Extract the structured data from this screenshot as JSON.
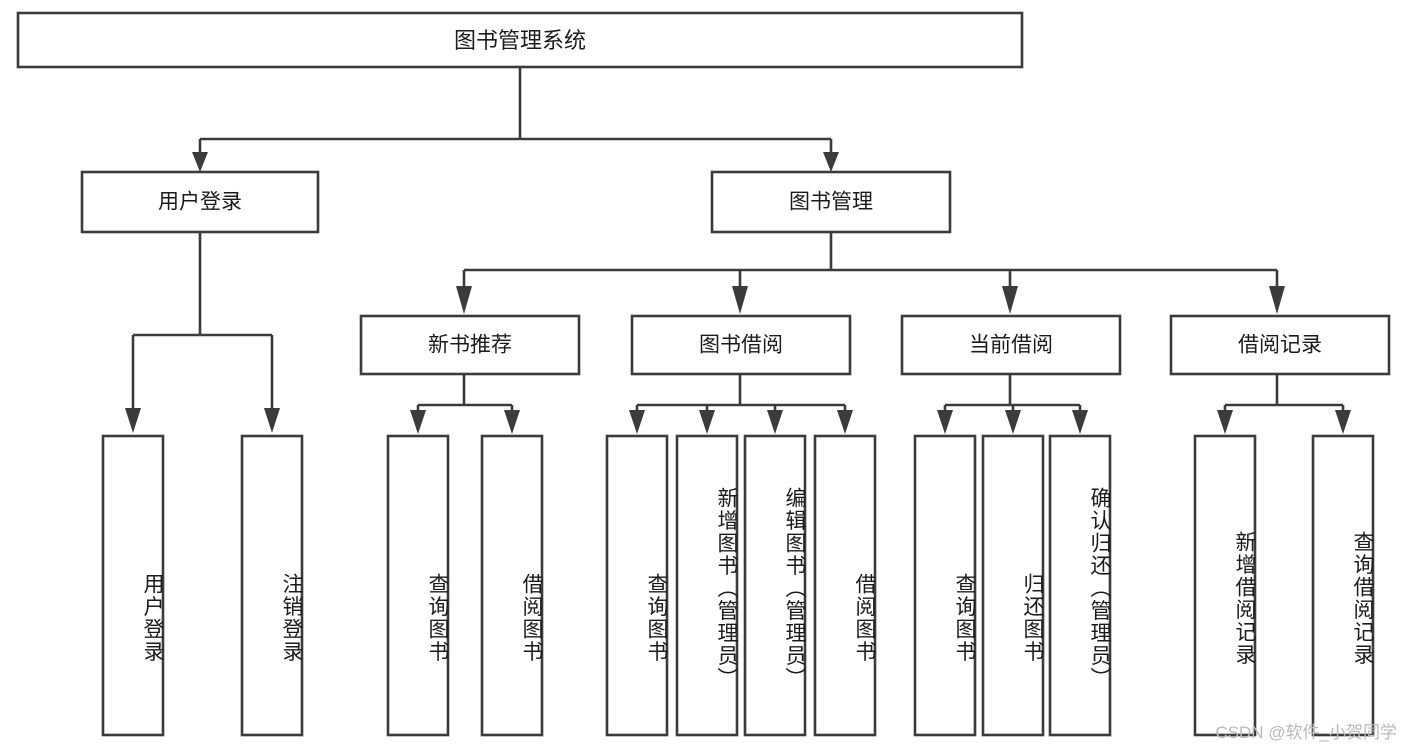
{
  "diagram": {
    "type": "tree",
    "title": "图书管理系统",
    "watermark": "CSDN @软件_小贺同学",
    "colors": {
      "stroke": "#3b3b3b",
      "fill": "#ffffff",
      "text": "#1b1b1b",
      "watermark": "#b9b9b9",
      "background": "#ffffff"
    },
    "levels": {
      "root": {
        "label": "图书管理系统"
      },
      "level2": [
        {
          "label": "用户登录"
        },
        {
          "label": "图书管理"
        }
      ],
      "level3": [
        {
          "label": "新书推荐"
        },
        {
          "label": "图书借阅"
        },
        {
          "label": "当前借阅"
        },
        {
          "label": "借阅记录"
        }
      ],
      "leaves": [
        {
          "label": "用户登录",
          "parent": "用户登录"
        },
        {
          "label": "注销登录",
          "parent": "用户登录"
        },
        {
          "label": "查询图书",
          "parent": "新书推荐"
        },
        {
          "label": "借阅图书",
          "parent": "新书推荐"
        },
        {
          "label": "查询图书",
          "parent": "图书借阅"
        },
        {
          "label": "新增图书（管理员）",
          "parent": "图书借阅"
        },
        {
          "label": "编辑图书（管理员）",
          "parent": "图书借阅"
        },
        {
          "label": "借阅图书",
          "parent": "图书借阅"
        },
        {
          "label": "查询图书",
          "parent": "当前借阅"
        },
        {
          "label": "归还图书",
          "parent": "当前借阅"
        },
        {
          "label": "确认归还（管理员）",
          "parent": "当前借阅"
        },
        {
          "label": "新增借阅记录",
          "parent": "借阅记录"
        },
        {
          "label": "查询借阅记录",
          "parent": "借阅记录"
        }
      ]
    }
  }
}
